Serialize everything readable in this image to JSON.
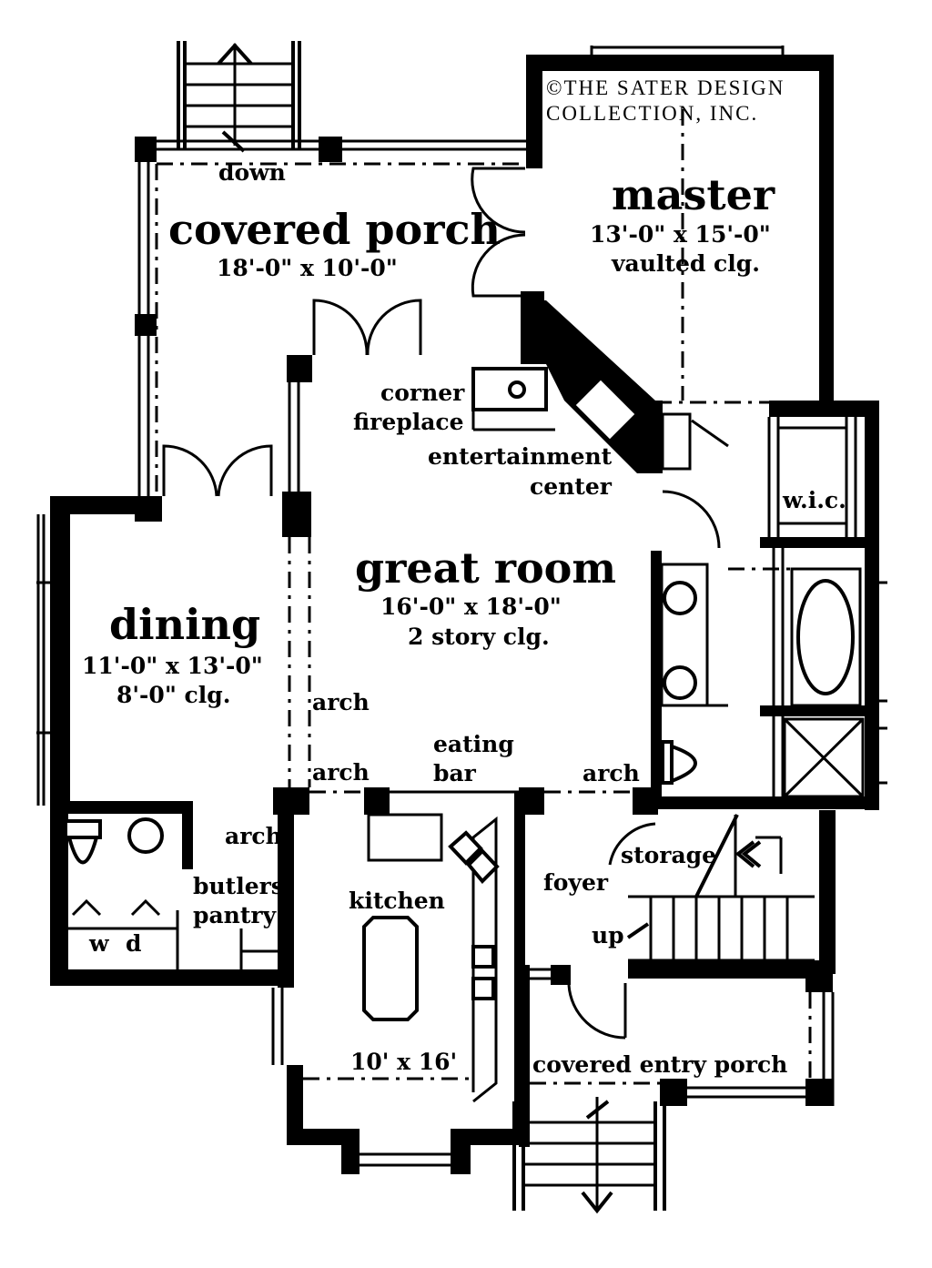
{
  "copyright": {
    "line1": "©THE SATER DESIGN",
    "line2": "COLLECTION, INC."
  },
  "rooms": {
    "covered_porch": {
      "name": "covered porch",
      "dims": "18'-0\" x 10'-0\""
    },
    "master": {
      "name": "master",
      "dims": "13'-0\" x 15'-0\"",
      "note": "vaulted clg."
    },
    "great_room": {
      "name": "great room",
      "dims": "16'-0\" x 18'-0\"",
      "note": "2 story clg."
    },
    "dining": {
      "name": "dining",
      "dims": "11'-0\" x 13'-0\"",
      "note": "8'-0\" clg."
    },
    "kitchen": {
      "name": "kitchen",
      "dims": "10' x 16'"
    },
    "foyer": {
      "name": "foyer"
    },
    "covered_entry_porch": {
      "name": "covered entry porch"
    },
    "butlers_pantry": {
      "line1": "butlers",
      "line2": "pantry"
    },
    "wic": {
      "name": "w.i.c."
    },
    "storage": {
      "name": "storage"
    }
  },
  "labels": {
    "down": "down",
    "up": "up",
    "corner_fireplace_1": "corner",
    "corner_fireplace_2": "fireplace",
    "entertainment_1": "entertainment",
    "entertainment_2": "center",
    "arch": "arch",
    "eating_bar_1": "eating",
    "eating_bar_2": "bar",
    "washer": "w",
    "dryer": "d"
  }
}
